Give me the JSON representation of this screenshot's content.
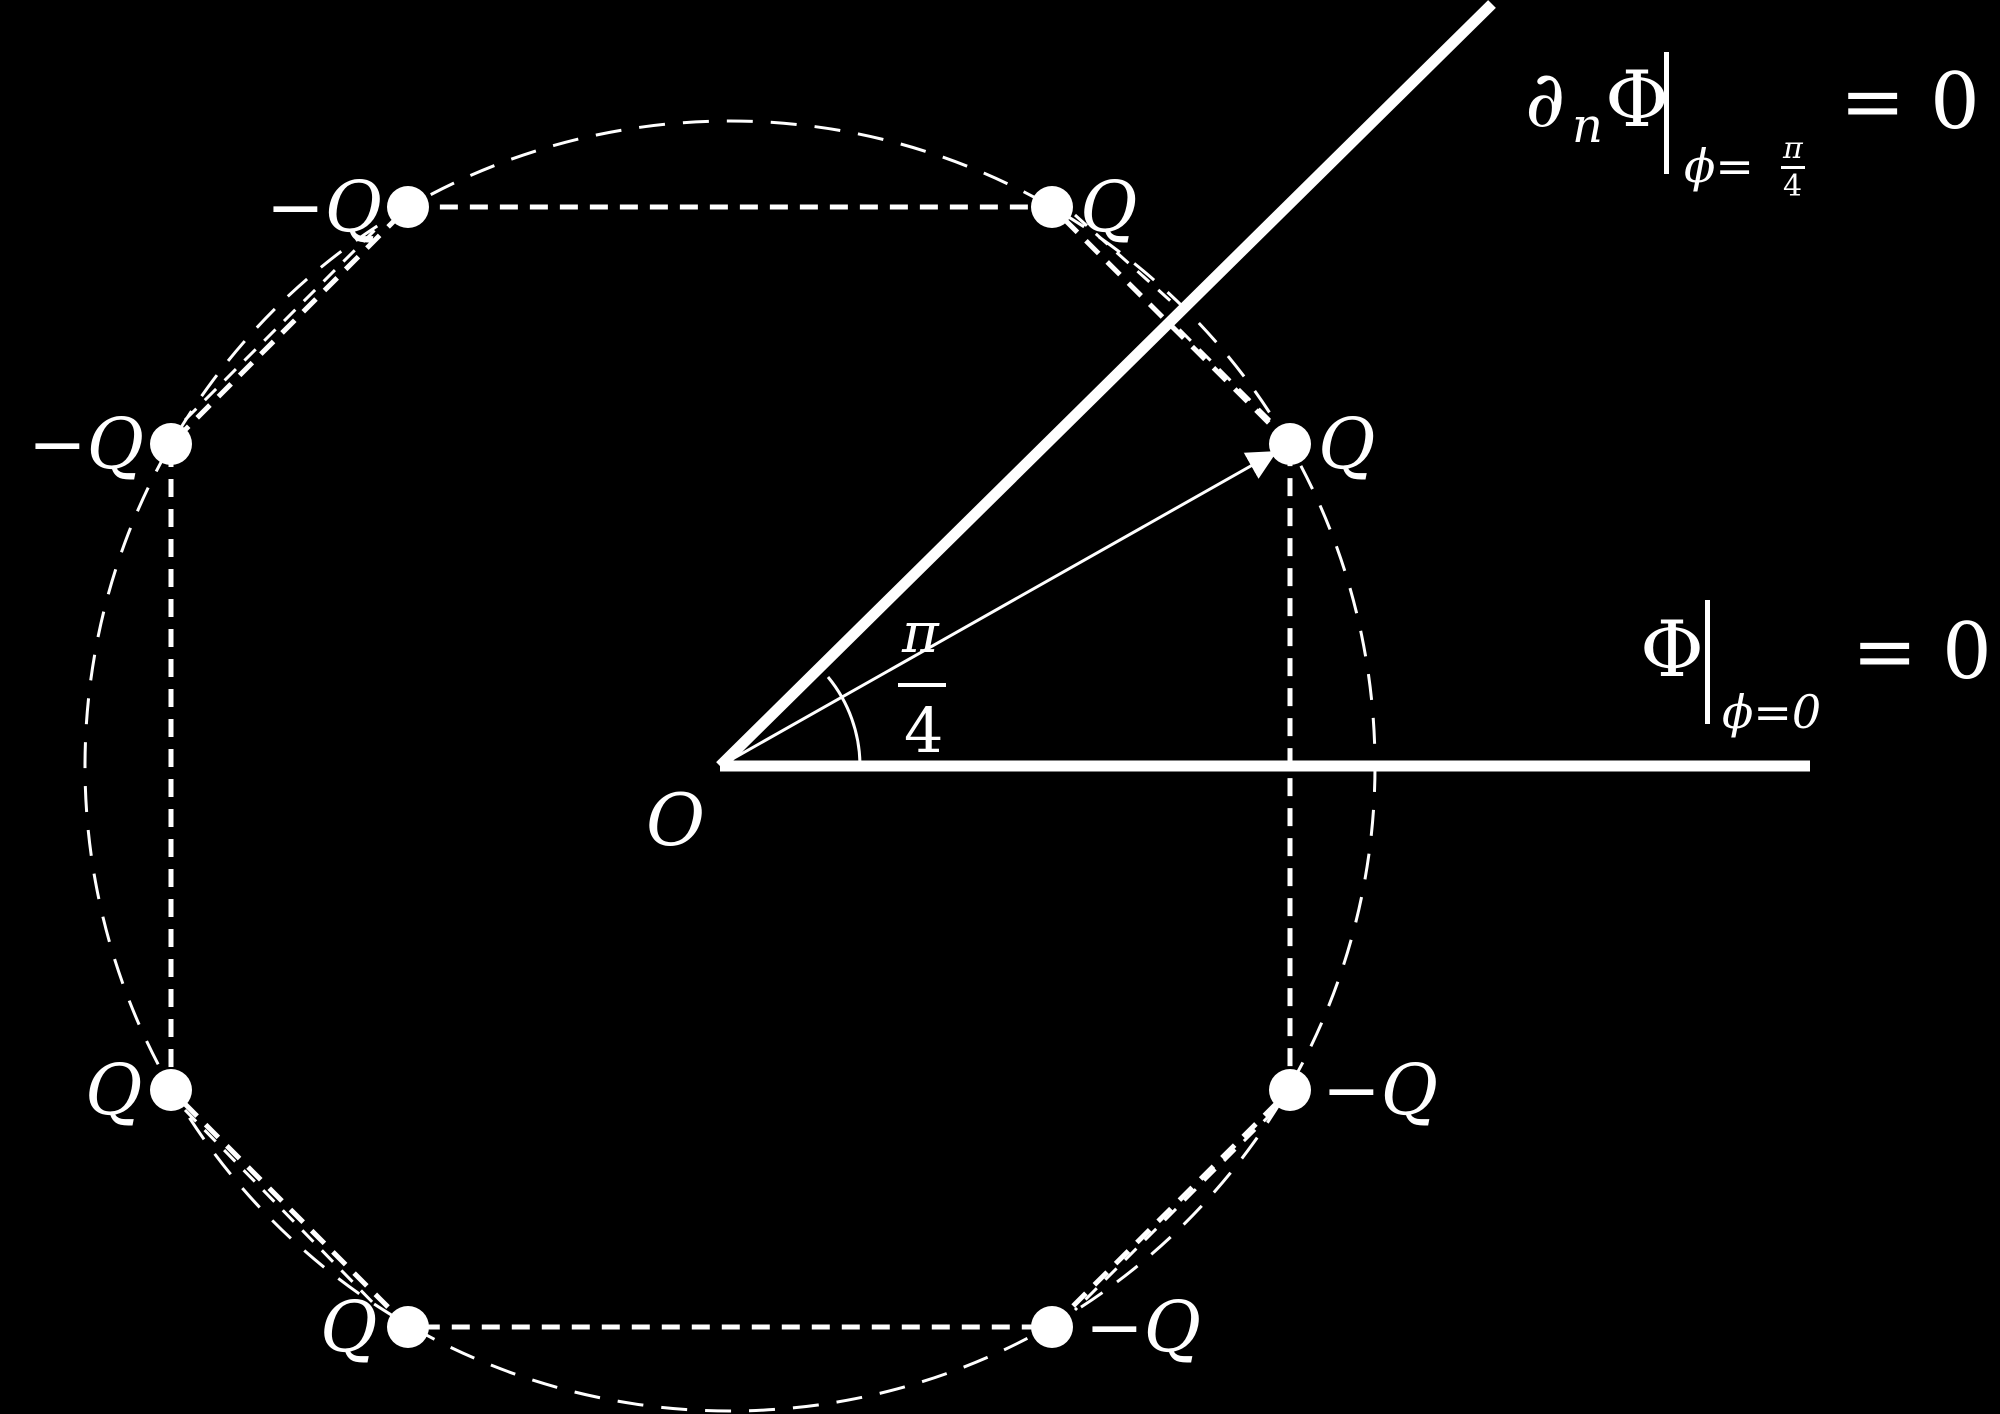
{
  "diagram": {
    "colors": {
      "background": "#000000",
      "ink": "#ffffff"
    },
    "origin_label": "O",
    "angle_label": {
      "numerator": "π",
      "denominator": "4"
    },
    "boundary_conditions": {
      "neumann": {
        "prefix": "∂",
        "subscript": "n",
        "field": "Φ",
        "evaluation": "ϕ=",
        "eval_numerator": "π",
        "eval_denominator": "4",
        "rhs": "= 0"
      },
      "dirichlet": {
        "field": "Φ",
        "evaluation": "ϕ=0",
        "rhs": "= 0"
      }
    },
    "charges": [
      {
        "label": "Q"
      },
      {
        "label": "Q"
      },
      {
        "label": "−Q"
      },
      {
        "label": "−Q"
      },
      {
        "label": "Q"
      },
      {
        "label": "Q"
      },
      {
        "label": "−Q"
      },
      {
        "label": "−Q"
      }
    ]
  }
}
